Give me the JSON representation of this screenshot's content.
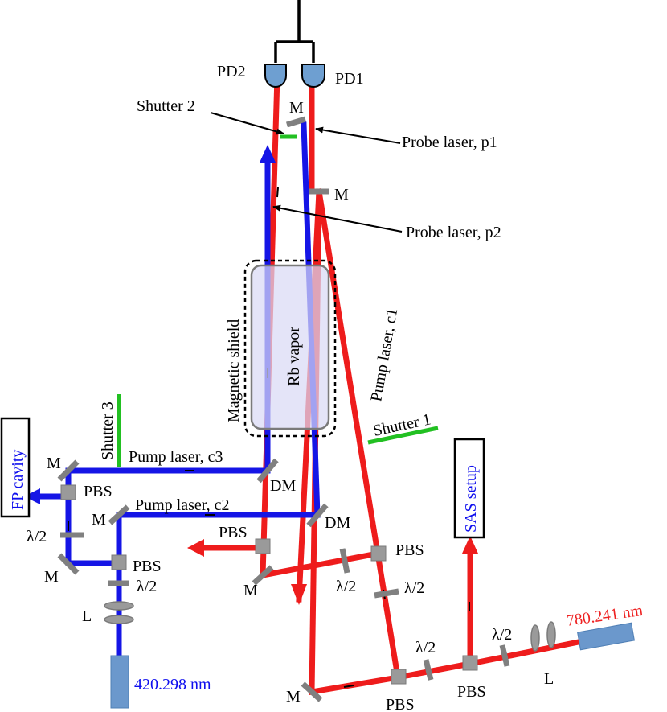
{
  "photodetectors": {
    "pd1": "PD1",
    "pd2": "PD2"
  },
  "beams": {
    "probe_p1": "Probe laser, p1",
    "probe_p2": "Probe laser, p2",
    "pump_c1": "Pump laser, c1",
    "pump_c2": "Pump laser, c2",
    "pump_c3": "Pump laser, c3"
  },
  "shutters": {
    "s1": "Shutter 1",
    "s2": "Shutter 2",
    "s3": "Shutter 3"
  },
  "cell": {
    "vapor": "Rb vapor",
    "shield": "Magnetic shield"
  },
  "boxes": {
    "fp": "FP cavity",
    "sas": "SAS setup"
  },
  "optics": {
    "mirror": "M",
    "pbs": "PBS",
    "dm": "DM",
    "halfwave": "λ/2",
    "lens": "L"
  },
  "sources": {
    "blue": "420.298 nm",
    "red": "780.241 nm"
  },
  "colors": {
    "red_beam": "#ee1c1c",
    "blue_beam": "#1515e6",
    "optic_gray": "#808080",
    "detector": "#6e9fd1",
    "shutter_green": "#22c022",
    "laser_body": "#6b98cc"
  }
}
